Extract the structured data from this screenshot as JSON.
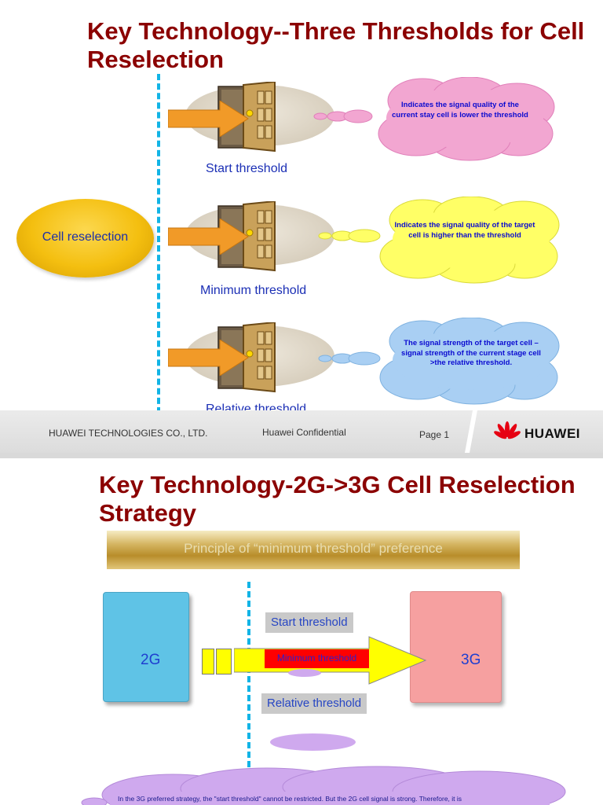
{
  "slide1": {
    "title": "Key Technology--Three Thresholds for Cell Reselection",
    "cell_reselection": "Cell reselection",
    "thresholds": [
      {
        "label": "Start threshold",
        "cloud_text": "Indicates the signal quality of the current stay cell is lower the threshold",
        "color": "#f2a6d1"
      },
      {
        "label": "Minimum threshold",
        "cloud_text": "Indicates the signal quality of the target cell is higher than the threshold",
        "color": "#ffff66"
      },
      {
        "label": "Relative threshold",
        "cloud_text": "The signal strength of the target cell – signal strength of the current stage cell >the relative threshold.",
        "color": "#a9cff3"
      }
    ],
    "footer": {
      "company": "HUAWEI TECHNOLOGIES CO., LTD.",
      "confidential": "Huawei Confidential",
      "page": "Page 1",
      "logo": "HUAWEI"
    }
  },
  "slide2": {
    "title": "Key Technology-2G->3G Cell Reselection Strategy",
    "banner": "Principle of “minimum threshold” preference",
    "box_2g": "2G",
    "box_3g": "3G",
    "start_threshold": "Start threshold",
    "minimum_threshold": "Minimum  threshold",
    "relative_threshold": "Relative threshold",
    "bottom_note": "In the 3G preferred strategy, the \"start threshold\" cannot be restricted. But the 2G cell signal is strong. Therefore, it is"
  },
  "colors": {
    "title": "#8b0000",
    "dashed_line": "#12b4e6",
    "arrow_orange": "#f19a28",
    "cloud_text": "#0b0bd0"
  }
}
